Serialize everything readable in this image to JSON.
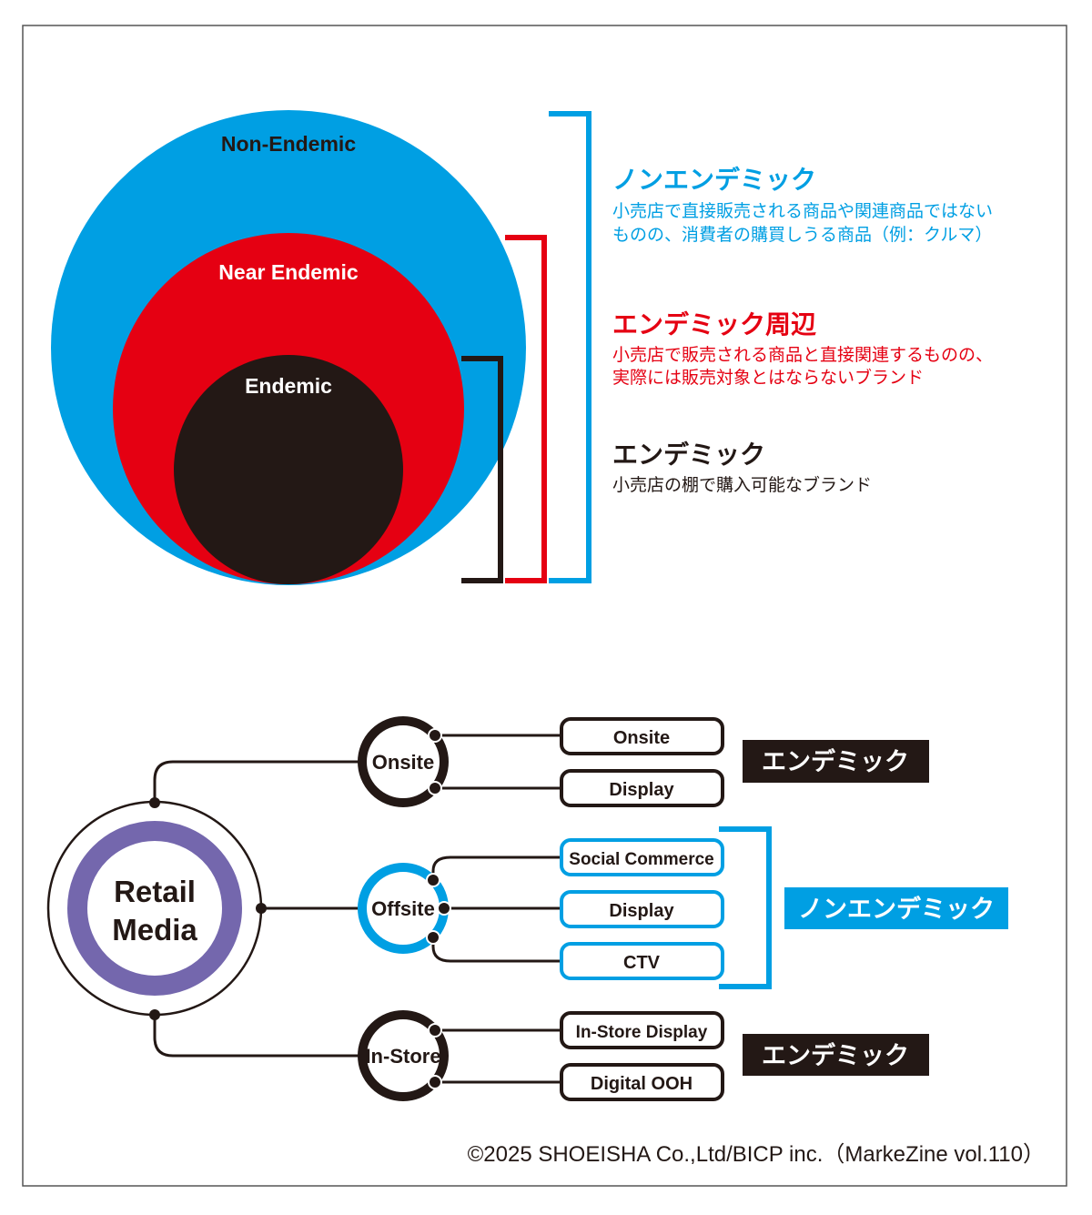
{
  "colors": {
    "blue": "#009fe3",
    "red": "#e50012",
    "black": "#231815",
    "purple": "#7467ad"
  },
  "venn": {
    "non_endemic": "Non-Endemic",
    "near_endemic": "Near Endemic",
    "endemic": "Endemic"
  },
  "legend": [
    {
      "title": "ノンエンデミック",
      "lines": [
        "小売店で直接販売される商品や関連商品ではない",
        "ものの、消費者の購買しうる商品（例：クルマ）"
      ]
    },
    {
      "title": "エンデミック周辺",
      "lines": [
        "小売店で販売される商品と直接関連するものの、",
        "実際には販売対象とはならないブランド"
      ]
    },
    {
      "title": "エンデミック",
      "lines": [
        "小売店の棚で購入可能なブランド"
      ]
    }
  ],
  "tree": {
    "root": [
      "Retail",
      "Media"
    ],
    "branches": [
      {
        "name": "Onsite",
        "items": [
          "Onsite",
          "Display"
        ],
        "tag": "エンデミック"
      },
      {
        "name": "Offsite",
        "items": [
          "Social Commerce",
          "Display",
          "CTV"
        ],
        "tag": "ノンエンデミック"
      },
      {
        "name": "In-Store",
        "items": [
          "In-Store Display",
          "Digital OOH"
        ],
        "tag": "エンデミック"
      }
    ]
  },
  "copyright": "©2025 SHOEISHA Co.,Ltd/BICP inc.（MarkeZine vol.110）"
}
